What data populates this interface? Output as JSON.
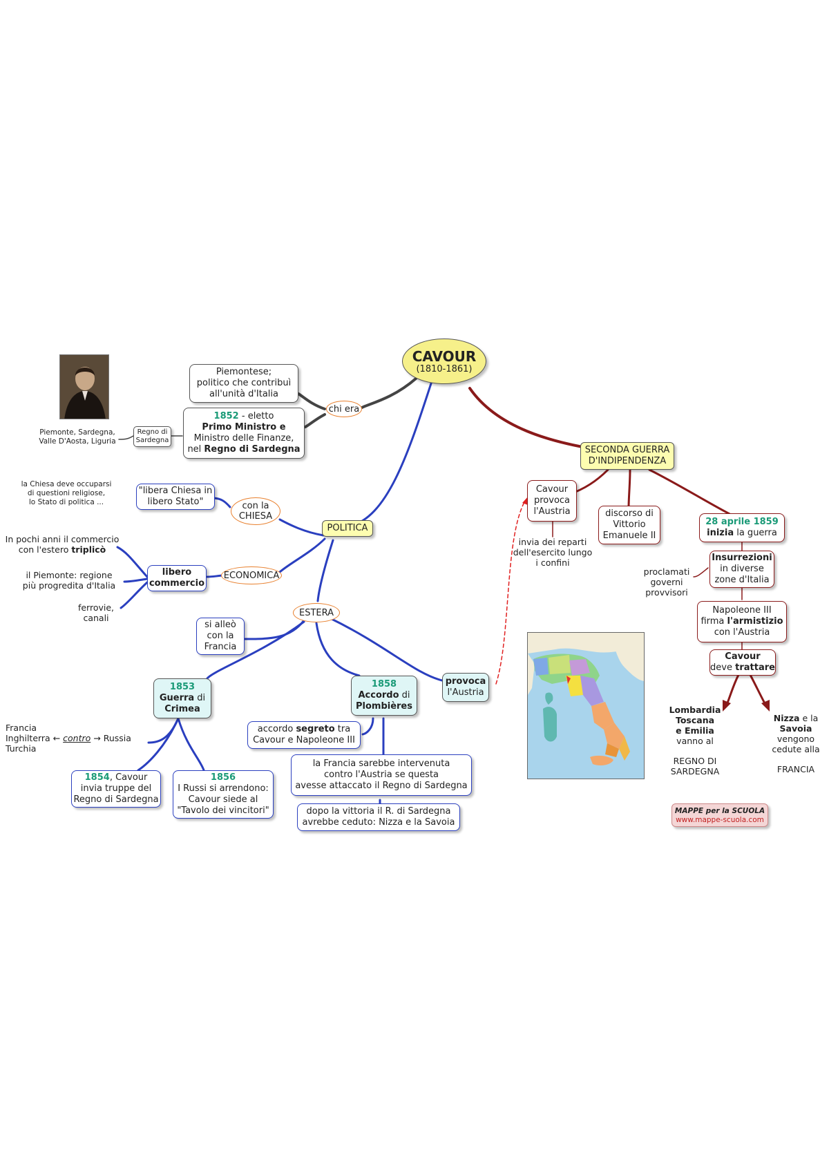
{
  "root": {
    "title": "CAVOUR",
    "subtitle": "(1810-1861)"
  },
  "chi_era": {
    "label": "chi era",
    "desc": [
      "Piemontese;",
      "politico che contribuì",
      "all'unità d'Italia"
    ],
    "elected_year": "1852",
    "elected_text": " - eletto",
    "elected_role": "Primo Ministro",
    "elected_e": " e",
    "elected_line3": "Ministro delle Finanze,",
    "elected_nel": "nel ",
    "elected_regno": "Regno di Sardegna",
    "regno_box": [
      "Regno di",
      "Sardegna"
    ],
    "regno_regions": [
      "Piemonte, Sardegna,",
      "Valle D'Aosta, Liguria"
    ]
  },
  "politica": {
    "label": "POLITICA",
    "chiesa": {
      "label": [
        "con la",
        "CHIESA"
      ],
      "quote": [
        "\"libera Chiesa in",
        "libero Stato\""
      ],
      "note": [
        "la Chiesa deve occuparsi",
        "di questioni religiose,",
        "lo Stato di politica ..."
      ]
    },
    "economica": {
      "label": "ECONOMICA",
      "libero": [
        "libero",
        "commercio"
      ],
      "triplico_1": "In pochi anni il commercio",
      "triplico_2a": "con l'estero ",
      "triplico_2b": "triplicò",
      "piemonte": [
        "il Piemonte: regione",
        "più progredita d'Italia"
      ],
      "ferrovie": [
        "ferrovie,",
        "canali"
      ]
    },
    "estera": {
      "label": "ESTERA",
      "alleo": [
        "si alleò",
        "con la",
        "Francia"
      ],
      "crimea": {
        "year": "1853",
        "text1": "Guerra",
        "text2": " di",
        "text3": "Crimea"
      },
      "alliance_1": "Francia",
      "alliance_2a": "Inghilterra ← ",
      "alliance_2b": "contro",
      "alliance_2c": " →  Russia",
      "alliance_3": "Turchia",
      "y1854": {
        "year": "1854",
        "text1": ", Cavour",
        "lines": [
          "invia truppe del",
          "Regno di Sardegna"
        ]
      },
      "y1856": {
        "year": "1856",
        "lines": [
          "I Russi si arrendono:",
          "Cavour siede al",
          "\"Tavolo dei vincitori\""
        ]
      },
      "plombieres": {
        "year": "1858",
        "text1": "Accordo",
        "text2": " di",
        "text3": "Plombières"
      },
      "segreto_a": "accordo ",
      "segreto_b": "segreto",
      "segreto_c": " tra",
      "segreto_2": "Cavour e Napoleone III",
      "francia_intervenuta": [
        "la Francia sarebbe intervenuta",
        "contro l'Austria se questa",
        "avesse attaccato il Regno di Sardegna"
      ],
      "vittoria": [
        "dopo la vittoria il R. di Sardegna",
        "avrebbe ceduto: Nizza e la Savoia"
      ],
      "provoca": {
        "bold": "provoca",
        "text": "l'Austria"
      }
    }
  },
  "seconda_guerra": {
    "label": [
      "SECONDA GUERRA",
      "D'INDIPENDENZA"
    ],
    "cavour_provoca": [
      "Cavour",
      "provoca",
      "l'Austria"
    ],
    "reparti": [
      "invia dei reparti",
      "dell'esercito lungo",
      "i confini"
    ],
    "discorso": [
      "discorso di",
      "Vittorio",
      "Emanuele II"
    ],
    "aprile": {
      "date": "28 aprile 1859",
      "bold": "inizia",
      "text": " la guerra"
    },
    "insurrezioni": {
      "bold": "Insurrezioni",
      "lines": [
        "in diverse",
        "zone d'Italia"
      ]
    },
    "proclamati": [
      "proclamati",
      "governi",
      "provvisori"
    ],
    "armistizio": {
      "line1": "Napoleone III",
      "line2a": "firma ",
      "line2b": "l'armistizio",
      "line3": "con l'Austria"
    },
    "trattare": {
      "bold1": "Cavour",
      "line2a": "deve ",
      "line2b": "trattare"
    },
    "lombardia": {
      "bold": [
        "Lombardia",
        "Toscana",
        "e Emilia"
      ],
      "text": "vanno al",
      "dest": [
        "REGNO DI",
        "SARDEGNA"
      ]
    },
    "nizza": {
      "bold1": "Nizza",
      "text1": " e la",
      "bold2": "Savoia",
      "lines": [
        "vengono",
        "cedute alla"
      ],
      "dest": "FRANCIA"
    }
  },
  "credit": {
    "title": "MAPPE per la SCUOLA",
    "url": "www.mappe-scuola.com"
  },
  "colors": {
    "blue": "#2a3fbf",
    "darkred": "#8a1a1a",
    "gray": "#444444",
    "orange": "#e87f2c",
    "year_green": "#1a9a77",
    "teal_bg": "#dff6f6",
    "yellow_bg": "#fdfdb0",
    "root_bg": "#f6f08a"
  }
}
